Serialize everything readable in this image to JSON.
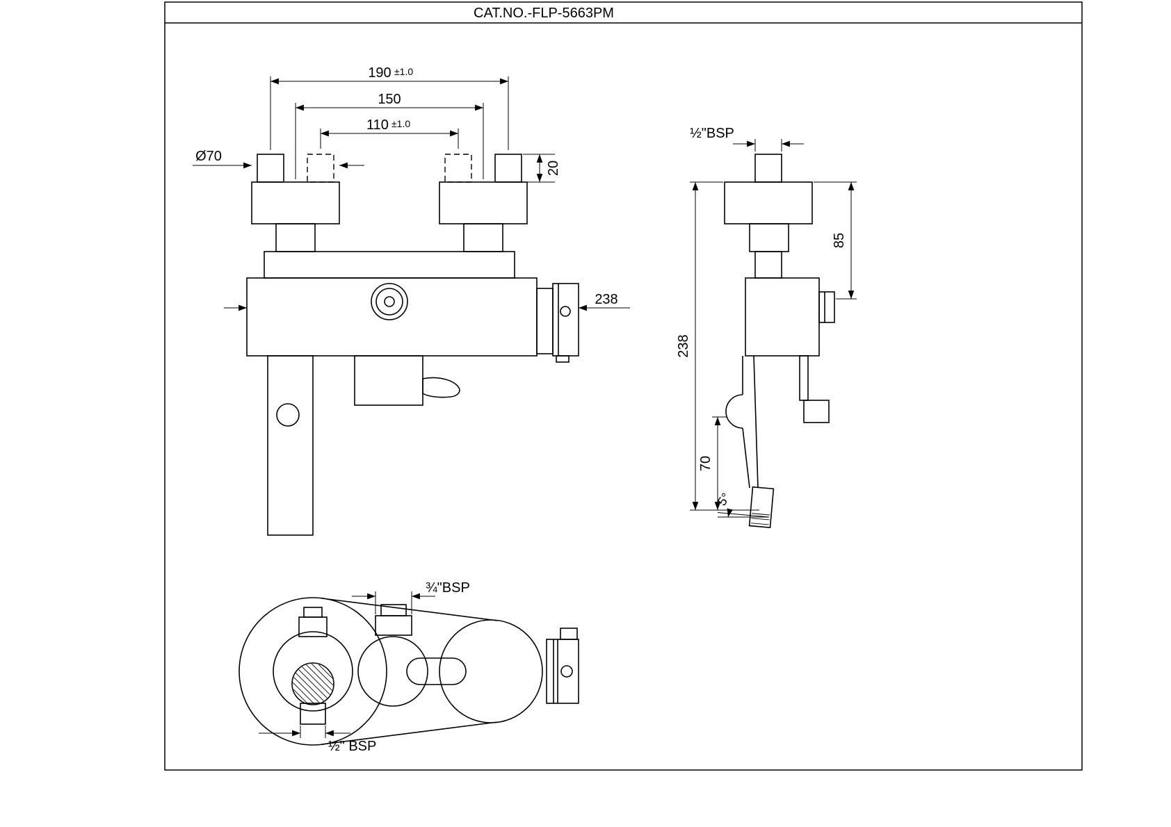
{
  "title": "CAT.NO.-FLP-5663PM",
  "colors": {
    "line": "#000000",
    "background": "#ffffff"
  },
  "front_view": {
    "dims": {
      "width_max": {
        "value": "190",
        "tol": "±1.0"
      },
      "width_mid": {
        "value": "150"
      },
      "width_min": {
        "value": "110",
        "tol": "±1.0"
      },
      "flange_dia": "Ø70",
      "nut_height": "20",
      "overall_length": "238"
    }
  },
  "side_view": {
    "dims": {
      "inlet_thread": "½\"BSP",
      "inlet_height": "85",
      "overall_height": "238",
      "spout_drop": "70",
      "spout_angle": "5°"
    }
  },
  "bottom_view": {
    "dims": {
      "top_outlet_thread": "¾\"BSP",
      "spout_outlet_thread": "½\" BSP"
    }
  }
}
